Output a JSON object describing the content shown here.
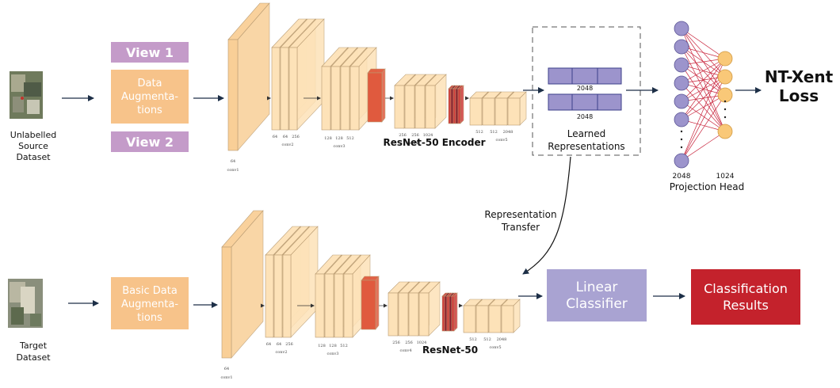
{
  "top": {
    "source_label_1": "Unlabelled",
    "source_label_2": "Source",
    "source_label_3": "Dataset",
    "view1": "View 1",
    "view2": "View 2",
    "aug_1": "Data",
    "aug_2": "Augmenta-",
    "aug_3": "tions",
    "encoder_label": "ResNet-50 Encoder",
    "conv_labels": [
      "conv1",
      "conv2",
      "conv3",
      "conv4",
      "conv5"
    ],
    "conv1_dim": "64",
    "conv2_dims": [
      "64",
      "64",
      "256"
    ],
    "conv3_dims": [
      "128",
      "128",
      "512"
    ],
    "conv4_dims": [
      "256",
      "256",
      "1024"
    ],
    "conv5_dims": [
      "512",
      "512",
      "2048"
    ],
    "rep_dim_1": "2048",
    "rep_dim_2": "2048",
    "rep_label_1": "Learned",
    "rep_label_2": "Representations",
    "proj_in": "2048",
    "proj_out": "1024",
    "proj_label": "Projection Head",
    "loss_1": "NT-Xent",
    "loss_2": "Loss"
  },
  "transfer": {
    "label_1": "Representation",
    "label_2": "Transfer"
  },
  "bottom": {
    "target_label_1": "Target",
    "target_label_2": "Dataset",
    "aug_1": "Basic Data",
    "aug_2": "Augmenta-",
    "aug_3": "tions",
    "backbone_label": "ResNet-50",
    "conv_labels": [
      "conv1",
      "conv2",
      "conv3",
      "conv4",
      "conv5"
    ],
    "conv1_dim": "64",
    "conv2_dims": [
      "64",
      "64",
      "256"
    ],
    "conv3_dims": [
      "128",
      "128",
      "512"
    ],
    "conv4_dims": [
      "256",
      "256",
      "1024"
    ],
    "conv5_dims": [
      "512",
      "512",
      "2048"
    ],
    "classifier_1": "Linear",
    "classifier_2": "Classifier",
    "results_1": "Classification",
    "results_2": "Results"
  },
  "colors": {
    "view_purple": "#c49bc9",
    "aug_orange": "#f7c38a",
    "block_fill": "#fde2b8",
    "block_stroke": "#b89a70",
    "red_block": "#e05a3e",
    "dark_red": "#b8283a",
    "rep_purple": "#9c94cc",
    "node_purple": "#9c94cc",
    "node_orange": "#f9c878",
    "edge_red": "#c8243c",
    "classifier": "#a9a3d2",
    "results": "#c4222c",
    "arrow": "#1d2f47"
  }
}
